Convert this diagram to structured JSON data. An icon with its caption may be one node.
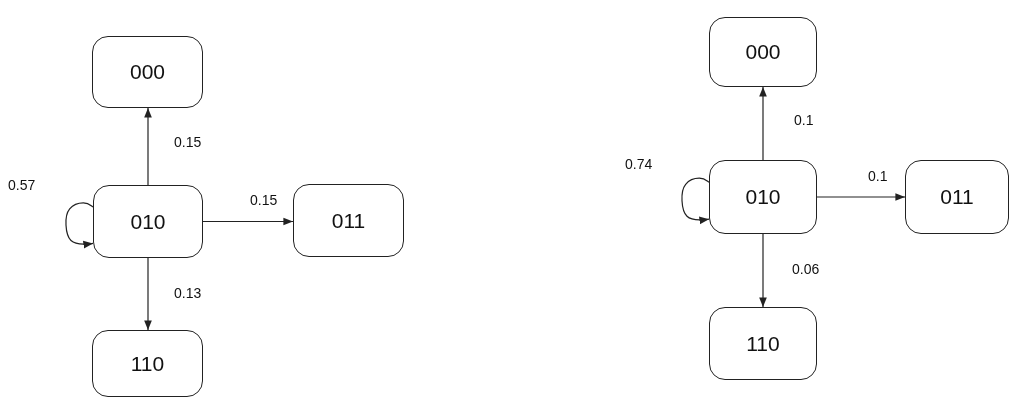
{
  "diagram": {
    "nodes": [
      {
        "text": [
          "000"
        ]
      },
      {
        "text": [
          "010"
        ]
      },
      {
        "text": [
          "011"
        ]
      },
      {
        "text": [
          "110"
        ]
      },
      {
        "text": [
          "000"
        ]
      },
      {
        "text": [
          "010"
        ]
      },
      {
        "text": [
          "011"
        ]
      },
      {
        "text": [
          "110"
        ]
      }
    ],
    "edges": [
      {
        "from": 1,
        "to": 0,
        "arrow": "to",
        "label": "0.15"
      },
      {
        "from": 1,
        "to": 1,
        "arrow": "to",
        "label": "0.57"
      },
      {
        "from": 1,
        "to": 2,
        "arrow": "to",
        "label": "0.15"
      },
      {
        "from": 1,
        "to": 3,
        "arrow": "to",
        "label": "0.13"
      },
      {
        "from": 5,
        "to": 4,
        "arrow": "to",
        "label": "0.1"
      },
      {
        "from": 5,
        "to": 5,
        "arrow": "to",
        "label": "0.74"
      },
      {
        "from": 5,
        "to": 6,
        "arrow": "to",
        "label": "0.1"
      },
      {
        "from": 5,
        "to": 7,
        "arrow": "to",
        "label": "0.06"
      }
    ]
  }
}
